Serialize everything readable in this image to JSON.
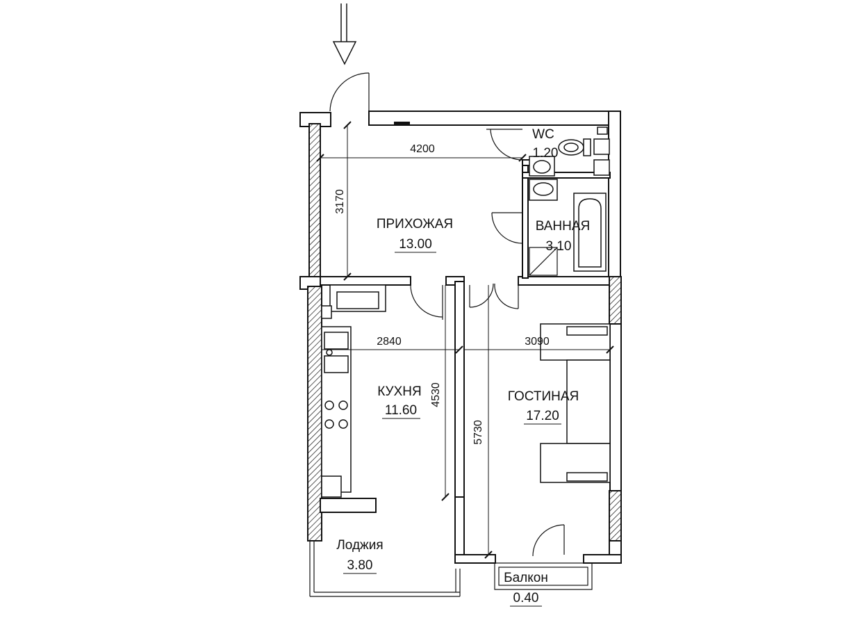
{
  "rooms": {
    "hallway": {
      "name": "ПРИХОЖАЯ",
      "area": "13.00"
    },
    "wc": {
      "name": "WC",
      "area": "1.20"
    },
    "bathroom": {
      "name": "ВАННАЯ",
      "area": "3.10"
    },
    "kitchen": {
      "name": "КУХНЯ",
      "area": "11.60"
    },
    "living": {
      "name": "ГОСТИНАЯ",
      "area": "17.20"
    },
    "loggia": {
      "name": "Лоджия",
      "area": "3.80"
    },
    "balcony": {
      "name": "Балкон",
      "area": "0.40"
    }
  },
  "dimensions": {
    "hallway_width": "4200",
    "hallway_height": "3170",
    "kitchen_width": "2840",
    "kitchen_height": "4530",
    "living_width": "3090",
    "living_height": "5730"
  },
  "icons": {
    "entrance": "entrance-arrow-icon"
  }
}
